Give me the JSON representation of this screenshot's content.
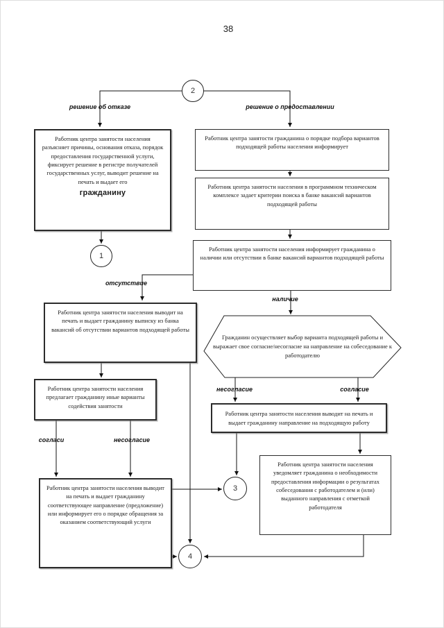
{
  "page": {
    "number": "38"
  },
  "connectors": {
    "c1": "1",
    "c2": "2",
    "c3": "3",
    "c4": "4"
  },
  "labels": {
    "refusal": "решение об отказе",
    "provision": "решение о предоставлении",
    "absence": "отсутствие",
    "presence": "наличие",
    "disagree_hex": "несогласие",
    "agree_hex": "согласие",
    "agree_left": "согласи",
    "disagree_left": "несогласие"
  },
  "blocks": {
    "refusal_explain": {
      "text": "Работник центра занятости населения разъясняет причины, основания отказа, порядок предоставления государственной услуги, фиксирует решение в регистре получателей государственных услуг, выводит решение на печать и выдает его",
      "emphasis": "гражданину"
    },
    "inform_selection": "Работник центра занятости гражданина о порядке подбора вариантов подходящей работы населения информирует",
    "search_criteria": "Работник центра занятости населения в программном техническом комплексе задает критерии поиска в банке вакансий вариантов подходящей работы",
    "inform_availability": "Работник центра занятости населения информирует гражданина о наличии или отсутствии в банке вакансий вариантов подходящей работы",
    "extract_no_vacancies": "Работник центра занятости населения выводит на печать и выдает гражданину выписку из банка вакансий об отсутствии вариантов подходящей работы",
    "offer_other_options": "Работник центра занятости населения предлагает гражданину иные варианты содействия занятости",
    "print_referral_offer": "Работник центра занятости населения выводит на печать и выдает гражданину соответствующее направление (предложение) или информирует его о порядке обращения за оказанием соответствующий услуги",
    "citizen_choice": "Гражданин осуществляет выбор варианта подходящей работы и выражает свое согласие/несогласие на направление на собеседование к работодателю",
    "print_referral_work": "Работник центра занятости населения выводит на печать и выдает гражданину направление на подходящую работу",
    "notify_results": "Работник центра занятости населения уведомляет гражданина о необходимости предоставления информации о результатах собеседования с работодателем и (или) выданного направления с отметкой работодателя"
  }
}
